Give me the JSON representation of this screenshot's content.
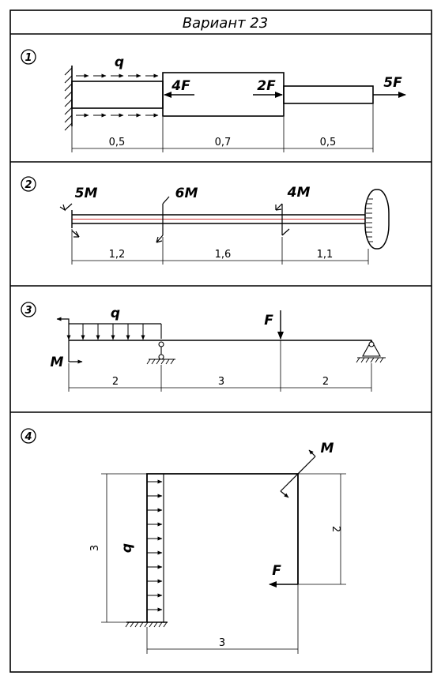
{
  "header": {
    "title": "Вариант 23"
  },
  "panels": [
    {
      "number": "1",
      "labels": {
        "q": "q",
        "f1": "4F",
        "f2": "2F",
        "f3": "5F"
      },
      "dims": [
        "0,5",
        "0,7",
        "0,5"
      ]
    },
    {
      "number": "2",
      "labels": {
        "m1": "5M",
        "m2": "6M",
        "m3": "4M"
      },
      "dims": [
        "1,2",
        "1,6",
        "1,1"
      ]
    },
    {
      "number": "3",
      "labels": {
        "q": "q",
        "f": "F",
        "m": "M"
      },
      "dims": [
        "2",
        "3",
        "2"
      ]
    },
    {
      "number": "4",
      "labels": {
        "m": "M",
        "q": "q",
        "f": "F"
      },
      "dims": {
        "left_height": "3",
        "right_height": "2",
        "bottom_width": "3"
      }
    }
  ]
}
